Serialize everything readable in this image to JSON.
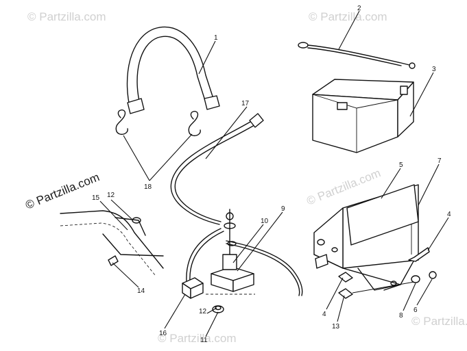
{
  "watermarks": [
    {
      "text": "© Partzilla.com"
    },
    {
      "text": "© Partzilla.com"
    },
    {
      "text": "© Partzilla.com"
    },
    {
      "text": "© Partzilla.com"
    },
    {
      "text": "© Partzilla.com"
    },
    {
      "text": "© Partzilla.com"
    }
  ],
  "callouts": [
    "1",
    "2",
    "3",
    "5",
    "7",
    "17",
    "18",
    "15",
    "12",
    "9",
    "10",
    "4",
    "14",
    "16",
    "12",
    "11",
    "4",
    "13",
    "8",
    "6"
  ]
}
